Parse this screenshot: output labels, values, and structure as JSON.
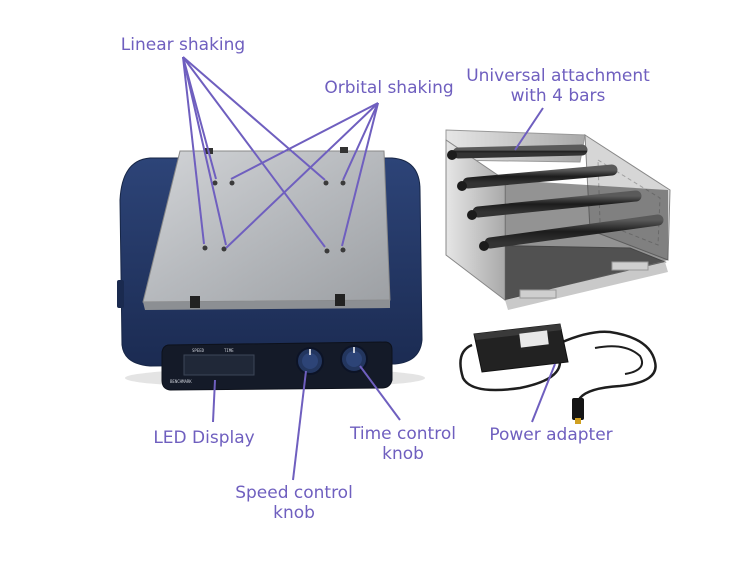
{
  "colors": {
    "label": "#6f5fbf",
    "pointer": "#6f5fbf",
    "device_body": "#243868",
    "platform": "#b9bcc0"
  },
  "labels": {
    "linear_shaking": "Linear shaking",
    "orbital_shaking": "Orbital shaking",
    "universal_attachment": "Universal attachment\nwith 4 bars",
    "led_display": "LED Display",
    "time_knob": "Time control\nknob",
    "speed_knob": "Speed control\nknob",
    "power_adapter": "Power adapter"
  },
  "device_text": {
    "speed": "SPEED",
    "time": "TIME",
    "brand": "BENCHMARK"
  }
}
